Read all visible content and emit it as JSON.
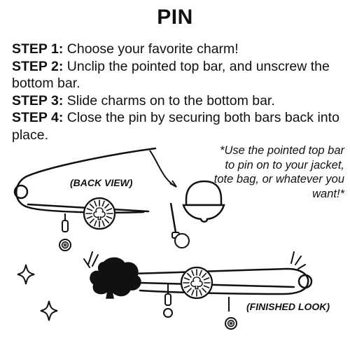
{
  "title": "PIN",
  "steps": [
    {
      "label": "STEP 1:",
      "text": "Choose your favorite charm!"
    },
    {
      "label": "STEP 2:",
      "text": "Unclip the pointed top bar, and unscrew the bottom bar."
    },
    {
      "label": "STEP 3:",
      "text": "Slide charms on to the bottom bar."
    },
    {
      "label": "STEP 4:",
      "text": "Close the pin by securing both bars back into place."
    }
  ],
  "note": "*Use the pointed top bar to pin on to your jacket, tote bag, or whatever you want!*",
  "labels": {
    "back_view": "(BACK VIEW)",
    "finished_look": "(FINISHED LOOK)"
  },
  "colors": {
    "ink": "#111111",
    "background": "#ffffff"
  },
  "icons": [
    "safety-pin-icon",
    "trefoil-charm-icon",
    "gem-charm-icon",
    "sparkle-icon",
    "arrow-icon"
  ]
}
